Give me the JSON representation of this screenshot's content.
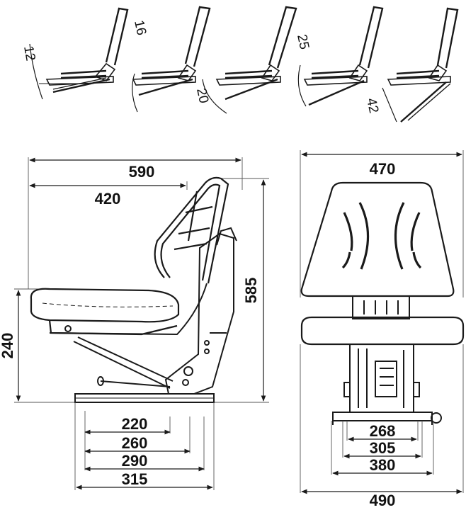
{
  "recline_angles": [
    "12",
    "16",
    "20",
    "25",
    "42"
  ],
  "side_view": {
    "overall_length": "590",
    "backrest_depth": "420",
    "overall_height": "585",
    "seat_height": "240",
    "rail_dims": [
      "220",
      "260",
      "290",
      "315"
    ]
  },
  "front_view": {
    "backrest_width": "470",
    "base_dims": [
      "268",
      "305",
      "380",
      "490"
    ]
  }
}
